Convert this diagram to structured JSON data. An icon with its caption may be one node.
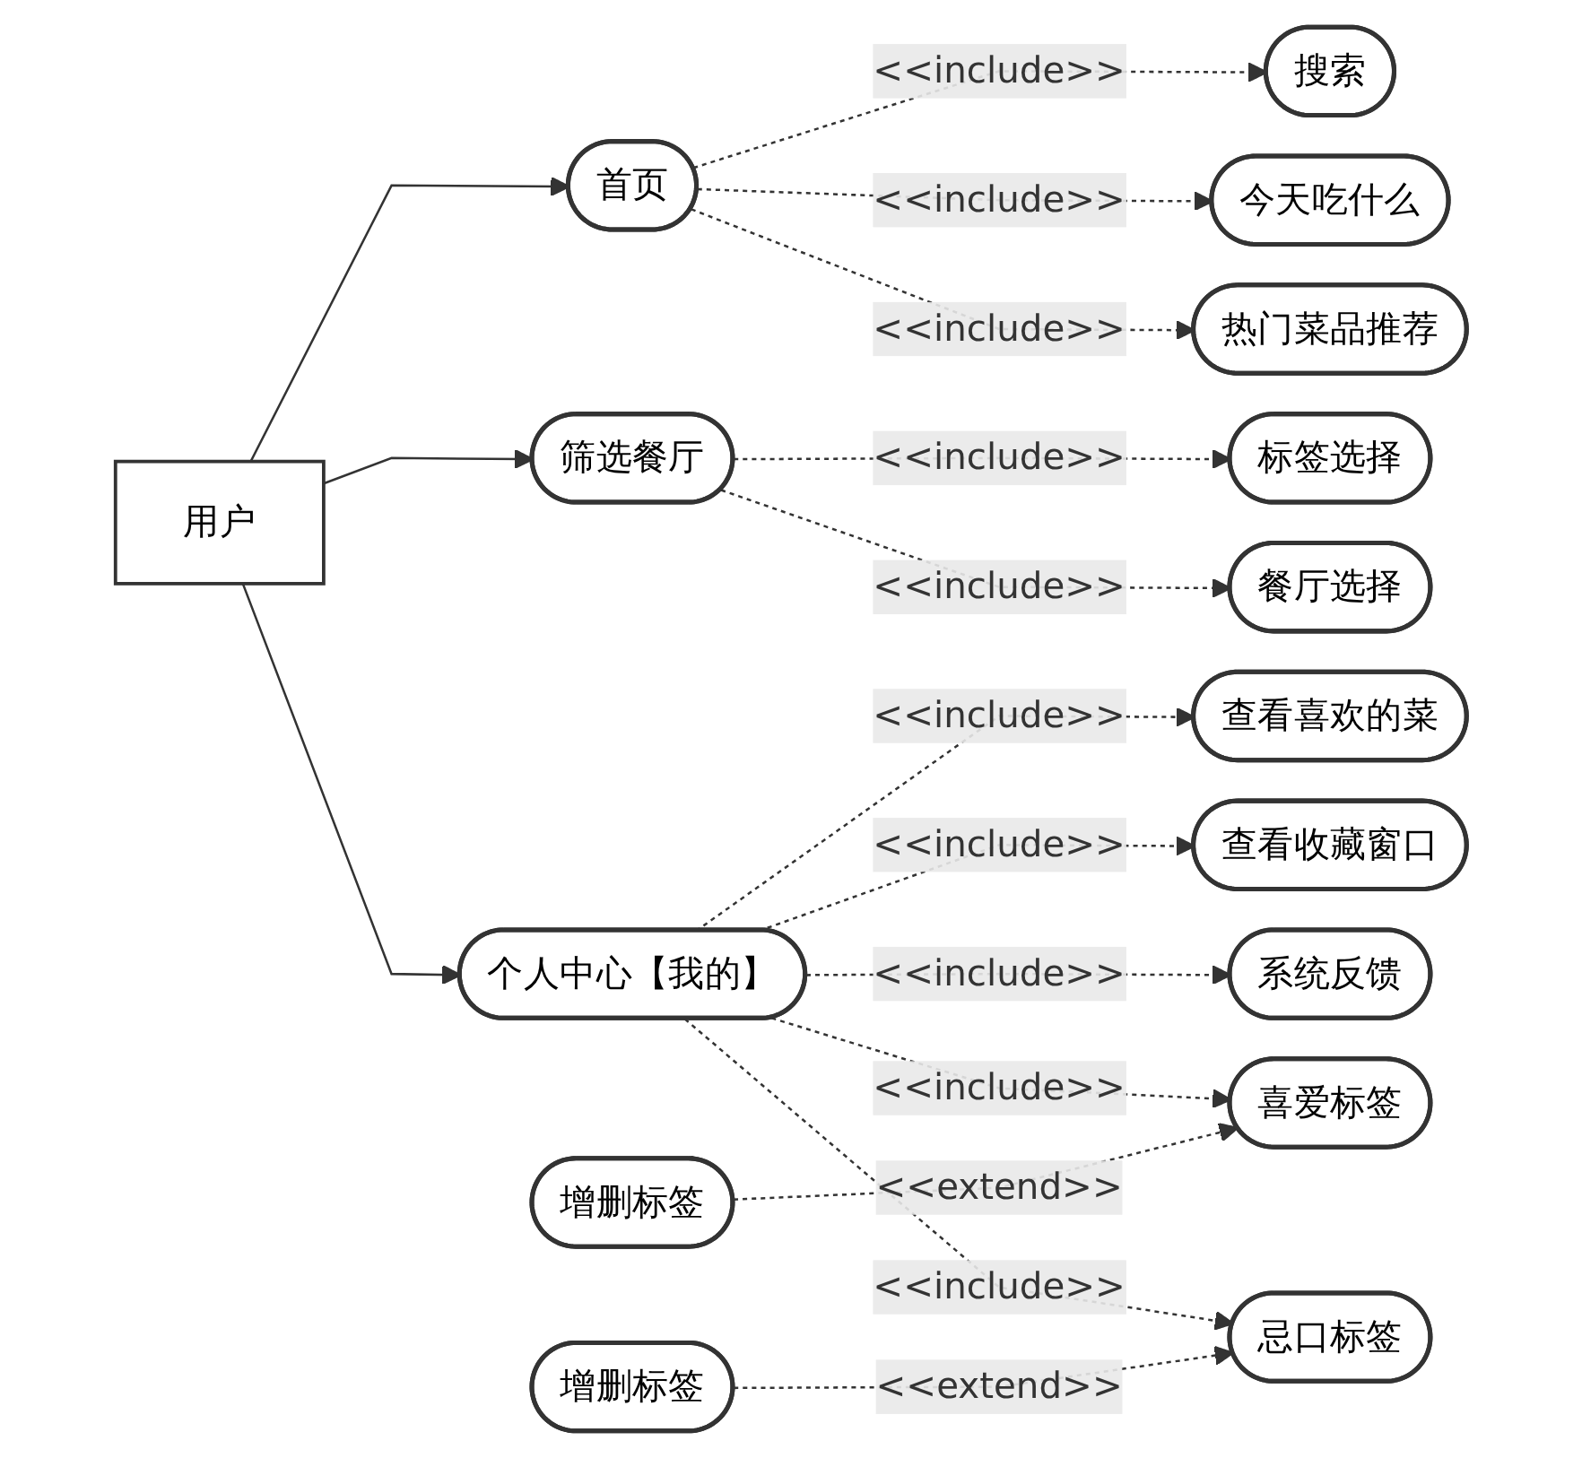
{
  "diagram": {
    "nodes": [
      {
        "text": [
          "用户"
        ]
      },
      {
        "text": [
          "首页"
        ]
      },
      {
        "text": [
          "搜索"
        ]
      },
      {
        "text": [
          "今天吃什么"
        ]
      },
      {
        "text": [
          "热门菜品推荐"
        ]
      },
      {
        "text": [
          "筛选餐厅"
        ]
      },
      {
        "text": [
          "标签选择"
        ]
      },
      {
        "text": [
          "餐厅选择"
        ]
      },
      {
        "text": [
          "个人中心【我的】"
        ]
      },
      {
        "text": [
          "查看喜欢的菜"
        ]
      },
      {
        "text": [
          "查看收藏窗口"
        ]
      },
      {
        "text": [
          "系统反馈"
        ]
      },
      {
        "text": [
          "喜爱标签"
        ]
      },
      {
        "text": [
          "增删标签"
        ]
      },
      {
        "text": [
          "忌口标签"
        ]
      },
      {
        "text": [
          "增删标签"
        ]
      }
    ],
    "edges": [
      {
        "from": 0,
        "to": 1,
        "arrow": "to"
      },
      {
        "from": 0,
        "to": 5,
        "arrow": "to"
      },
      {
        "from": 0,
        "to": 8,
        "arrow": "to"
      },
      {
        "from": 1,
        "to": 2,
        "arrow": "to",
        "label": "<<include>>",
        "style": "dashed"
      },
      {
        "from": 1,
        "to": 3,
        "arrow": "to",
        "label": "<<include>>",
        "style": "dashed"
      },
      {
        "from": 1,
        "to": 4,
        "arrow": "to",
        "label": "<<include>>",
        "style": "dashed"
      },
      {
        "from": 5,
        "to": 6,
        "arrow": "to",
        "label": "<<include>>",
        "style": "dashed"
      },
      {
        "from": 5,
        "to": 7,
        "arrow": "to",
        "label": "<<include>>",
        "style": "dashed"
      },
      {
        "from": 8,
        "to": 9,
        "arrow": "to",
        "label": "<<include>>",
        "style": "dashed"
      },
      {
        "from": 8,
        "to": 10,
        "arrow": "to",
        "label": "<<include>>",
        "style": "dashed"
      },
      {
        "from": 8,
        "to": 11,
        "arrow": "to",
        "label": "<<include>>",
        "style": "dashed"
      },
      {
        "from": 8,
        "to": 12,
        "arrow": "to",
        "label": "<<include>>",
        "style": "dashed"
      },
      {
        "from": 8,
        "to": 14,
        "arrow": "to",
        "label": "<<include>>",
        "style": "dashed"
      },
      {
        "from": 13,
        "to": 12,
        "arrow": "to",
        "label": "<<extend>>",
        "style": "dashed"
      },
      {
        "from": 15,
        "to": 14,
        "arrow": "to",
        "label": "<<extend>>",
        "style": "dashed"
      }
    ]
  }
}
